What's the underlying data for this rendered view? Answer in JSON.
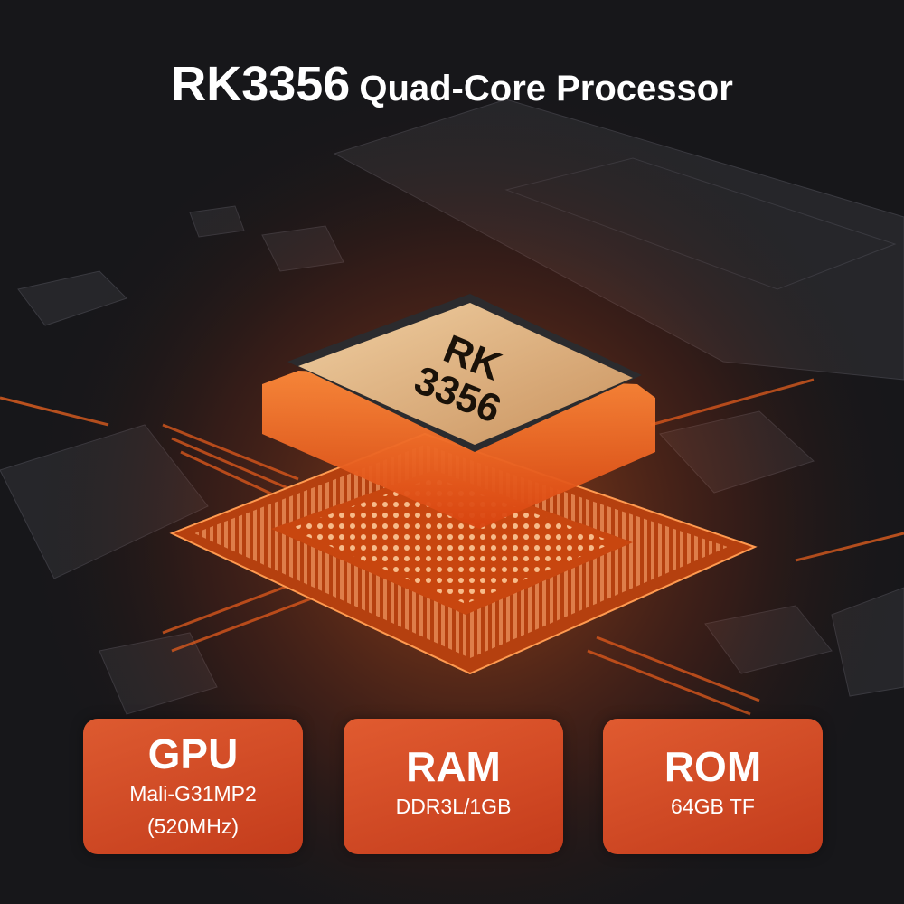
{
  "header": {
    "model": "RK3356",
    "subtitle": "Quad-Core Processor"
  },
  "chip": {
    "line1": "RK",
    "line2": "3356"
  },
  "specs": [
    {
      "label": "GPU",
      "line1": "Mali-G31MP2",
      "line2": "(520MHz)"
    },
    {
      "label": "RAM",
      "line1": "DDR3L/1GB"
    },
    {
      "label": "ROM",
      "line1": "64GB TF"
    }
  ],
  "colors": {
    "accent": "#e8542a",
    "background": "#141416",
    "chip_top": "#e2b98a"
  }
}
